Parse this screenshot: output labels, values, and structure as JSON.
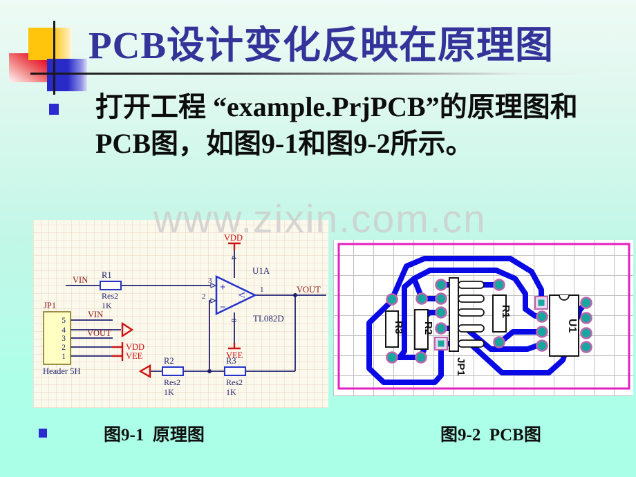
{
  "slide": {
    "title": "PCB设计变化反映在原理图",
    "bullet_text_line1": "打开工程 “example.PrjPCB”的原理图和",
    "bullet_text_line2": "PCB图，如图9-1和图9-2所示。",
    "watermark": "www.zixin.com.cn",
    "caption_fig1": "图9-1  原理图",
    "caption_fig2": "图9-2  PCB图"
  },
  "colors": {
    "title_navy": "#333399",
    "slide_bg_top": "#eefaf5",
    "slide_bg_bottom": "#a9ffe7",
    "trace_blue": "#0909e6",
    "pcb_border_magenta": "#e020c0",
    "pad_teal": "#18a79e",
    "pad_ring_pink": "#bb66ad",
    "schematic_wire_navy": "#1f2070",
    "power_red": "#cc1010",
    "net_label_maroon": "#8b1a1a",
    "header_fill_yellow": "#ffffc4"
  },
  "schematic": {
    "power_vdd": "VDD",
    "power_vee": "VEE",
    "net_vin": "VIN",
    "net_vout": "VOUT",
    "opamp": {
      "ref": "U1A",
      "part": "TL082D",
      "pin_inp": "3",
      "pin_inn": "2",
      "pin_out": "1",
      "pin_vplus": "4",
      "pin_vminus": "8",
      "plus": "+",
      "minus": "−",
      "core": "V"
    },
    "r1": {
      "ref": "R1",
      "type": "Res2",
      "value": "1K"
    },
    "r2": {
      "ref": "R2",
      "type": "Res2",
      "value": "1K"
    },
    "r3": {
      "ref": "R3",
      "type": "Res2",
      "value": "1K"
    },
    "jp1": {
      "ref": "JP1",
      "part": "Header 5H",
      "pins": [
        "5",
        "4",
        "3",
        "2",
        "1"
      ],
      "net_vin": "VIN",
      "net_vout": "VOUT",
      "net_vdd": "VDD",
      "net_vee": "VEE"
    }
  },
  "pcb": {
    "r3": "R3",
    "r2": "R2",
    "jp1": "JP1",
    "r1": "R1",
    "u1": "U1"
  }
}
